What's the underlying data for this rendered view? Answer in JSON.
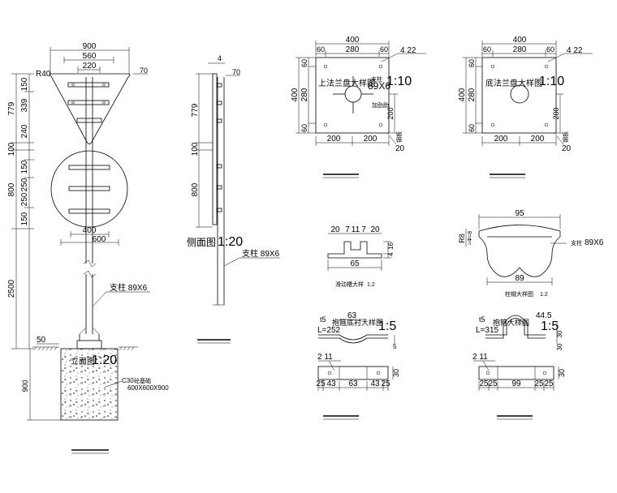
{
  "front": {
    "top": [
      "900",
      "560",
      "220"
    ],
    "radius": "R40",
    "tab": "70",
    "left": [
      "150",
      "339",
      "779",
      "240",
      "100",
      "150",
      "250",
      "800",
      "250",
      "150",
      "2500",
      "900"
    ],
    "bottom": [
      "400",
      "600"
    ],
    "post": "支柱 89X6",
    "grade": "50",
    "base_title": "立面图",
    "base_scale": "1:20",
    "concrete": "C30",
    "concrete_note": "砼基础",
    "foundation": "600X600X900"
  },
  "side": {
    "top": [
      "4",
      "70"
    ],
    "left": [
      "779",
      "100",
      "800"
    ],
    "title": "侧面图",
    "scale": "1:20",
    "post": "支柱 89X6"
  },
  "upper_flange": {
    "top": [
      "400",
      "60",
      "280",
      "60"
    ],
    "hole": "4 22",
    "left": [
      "60",
      "400",
      "280",
      "60"
    ],
    "right": "200",
    "bottom": [
      "200",
      "200"
    ],
    "title": "上法兰盘大样图",
    "scale": "1:10",
    "post": "支柱",
    "post_size": "89X6",
    "rib": "加劲肋",
    "plate": "钢板",
    "thickness": "20"
  },
  "base_flange": {
    "top": [
      "400",
      "60",
      "280",
      "60"
    ],
    "hole": "4 22",
    "left": [
      "60",
      "400",
      "280",
      "60"
    ],
    "right": "200",
    "bottom": [
      "200",
      "200"
    ],
    "title": "底法兰盘大样图",
    "scale": "1:10",
    "plate": "钢板",
    "thickness": "20"
  },
  "channel": {
    "top": [
      "20",
      "7",
      "11",
      "7",
      "20"
    ],
    "right": [
      "4",
      "16"
    ],
    "bottom": "65",
    "title": "滑动槽大样",
    "scale": "1:2"
  },
  "cap": {
    "top": "95",
    "left": "R8",
    "left_note": "≈Ф=8",
    "post": "支柱",
    "post_size": "89X6",
    "bottom": "89",
    "title": "柱帽大样图",
    "scale": "1:2"
  },
  "clamp_left": {
    "t": "t5",
    "w": "63",
    "length": "L=252",
    "title": "抱箍底衬大样图",
    "scale": "1:5",
    "hole": "2 11",
    "right": "30",
    "bottom": [
      "25",
      "43",
      "63",
      "43",
      "25"
    ]
  },
  "clamp_right": {
    "t": "t5",
    "w": "44.5",
    "length": "L=315",
    "title": "抱箍大样图",
    "scale": "1:5",
    "right": [
      "30",
      "30"
    ],
    "hole": "2 11",
    "bottom": [
      "25",
      "25",
      "99",
      "25",
      "25"
    ]
  },
  "colors": {
    "ink": "#000000",
    "paper": "#ffffff"
  }
}
